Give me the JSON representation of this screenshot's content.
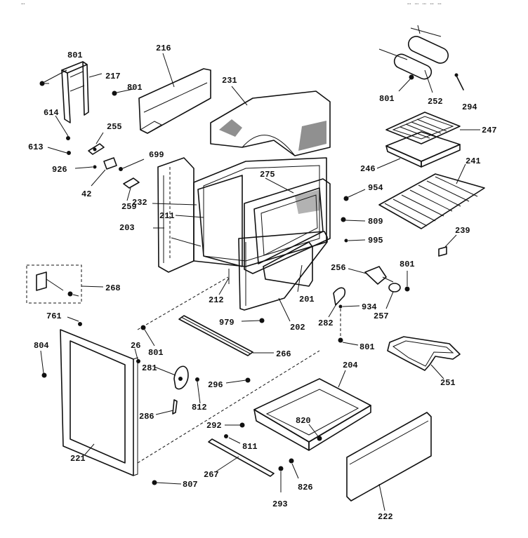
{
  "header": {
    "left_text": "…",
    "right_text": "… … … … …"
  },
  "callouts": {
    "p801a": "801",
    "p217": "217",
    "p216": "216",
    "p801b": "801",
    "p231": "231",
    "p614": "614",
    "p255": "255",
    "p613": "613",
    "p926": "926",
    "p42": "42",
    "p699": "699",
    "p259": "259",
    "p275": "275",
    "p232": "232",
    "p211": "211",
    "p203": "203",
    "p268": "268",
    "p212": "212",
    "p201": "201",
    "p202": "202",
    "p979": "979",
    "p761": "761",
    "p804": "804",
    "p26": "26",
    "p281": "281",
    "p801c": "801",
    "p266": "266",
    "p296": "296",
    "p812": "812",
    "p286": "286",
    "p221": "221",
    "p807": "807",
    "p204": "204",
    "p292": "292",
    "p811": "811",
    "p820": "820",
    "p267": "267",
    "p293": "293",
    "p826": "826",
    "p222": "222",
    "p801d": "801",
    "p252": "252",
    "p294": "294",
    "p247": "247",
    "p246": "246",
    "p241": "241",
    "p954": "954",
    "p809": "809",
    "p995": "995",
    "p239": "239",
    "p256": "256",
    "p801e": "801",
    "p282": "282",
    "p934": "934",
    "p257": "257",
    "p801f": "801",
    "p251": "251"
  }
}
